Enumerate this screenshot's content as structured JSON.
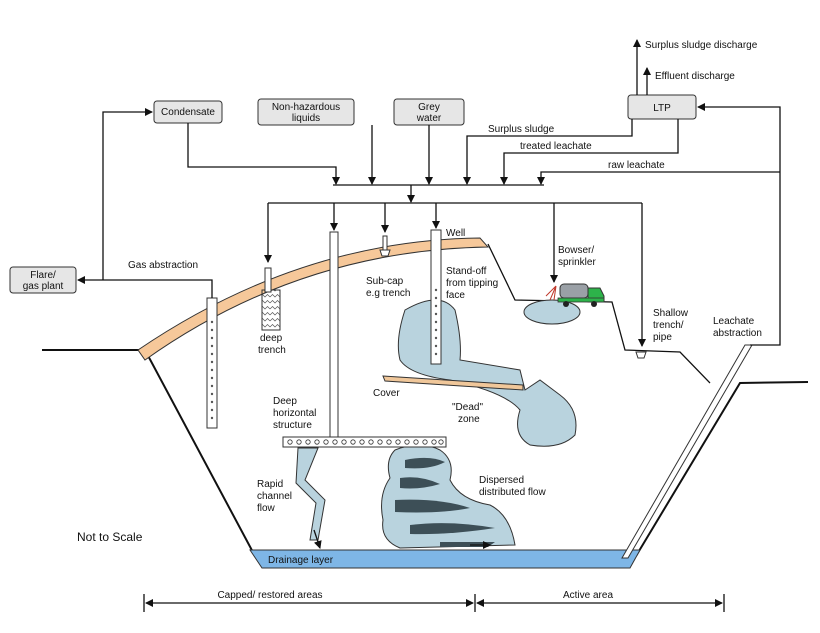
{
  "labels": {
    "flare": [
      "Flare/",
      "gas plant"
    ],
    "condensate": "Condensate",
    "non_hazardous": [
      "Non-hazardous",
      "liquids"
    ],
    "grey_water": [
      "Grey",
      "water"
    ],
    "ltp": "LTP",
    "surplus_sludge_discharge": "Surplus sludge discharge",
    "effluent_discharge": "Effluent discharge",
    "surplus_sludge": "Surplus sludge",
    "treated_leachate": "treated leachate",
    "raw_leachate": "raw leachate",
    "gas_abstraction": "Gas abstraction",
    "well": "Well",
    "sub_cap": [
      "Sub-cap",
      "e.g trench"
    ],
    "stand_off": [
      "Stand-off",
      "from tipping",
      "face"
    ],
    "bowser": [
      "Bowser/",
      "sprinkler"
    ],
    "deep_trench": [
      "deep",
      "trench"
    ],
    "shallow_trench": [
      "Shallow",
      "trench/",
      "pipe"
    ],
    "leachate_abstraction": [
      "Leachate",
      "abstraction"
    ],
    "cover": "Cover",
    "dead_zone": [
      "\"Dead\"",
      "zone"
    ],
    "deep_horizontal": [
      "Deep",
      "horizontal",
      "structure"
    ],
    "rapid_channel": [
      "Rapid",
      "channel",
      "flow"
    ],
    "dispersed_flow": [
      "Dispersed",
      "distributed flow"
    ],
    "not_to_scale": "Not to Scale",
    "drainage_layer": "Drainage layer",
    "capped_areas": "Capped/ restored areas",
    "active_area": "Active area"
  },
  "colors": {
    "cap": "#f6c89a",
    "leachate": "#b9d3de",
    "drainage": "#7eb6e6",
    "box": "#e6e6e6",
    "truck": "#2db34a"
  }
}
